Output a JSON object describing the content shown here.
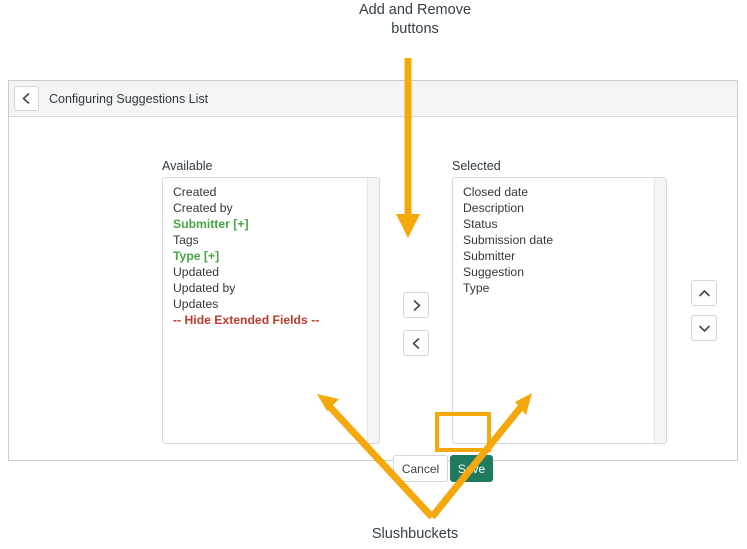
{
  "annotations": {
    "top_callout": "Add and Remove buttons",
    "bottom_callout": "Slushbuckets",
    "arrow_color": "#f5a80b",
    "highlight_color": "#f5a80b",
    "text_color": "#333f48"
  },
  "panel": {
    "title": "Configuring Suggestions List",
    "back_icon": "chevron-left-icon",
    "header_bg": "#f4f4f4",
    "border_color": "#c9ccce"
  },
  "available": {
    "label": "Available",
    "items": [
      {
        "text": "Created",
        "style": "normal"
      },
      {
        "text": "Created by",
        "style": "normal"
      },
      {
        "text": "Submitter [+]",
        "style": "green"
      },
      {
        "text": "Tags",
        "style": "normal"
      },
      {
        "text": "Type [+]",
        "style": "green"
      },
      {
        "text": "Updated",
        "style": "normal"
      },
      {
        "text": "Updated by",
        "style": "normal"
      },
      {
        "text": "Updates",
        "style": "normal"
      },
      {
        "text": "-- Hide Extended Fields --",
        "style": "red"
      }
    ],
    "green_color": "#46a546",
    "red_color": "#bb3b2e"
  },
  "selected": {
    "label": "Selected",
    "items": [
      {
        "text": "Closed date",
        "style": "normal"
      },
      {
        "text": "Description",
        "style": "normal"
      },
      {
        "text": "Status",
        "style": "normal"
      },
      {
        "text": "Submission date",
        "style": "normal"
      },
      {
        "text": "Submitter",
        "style": "normal"
      },
      {
        "text": "Suggestion",
        "style": "normal"
      },
      {
        "text": "Type",
        "style": "normal"
      }
    ]
  },
  "transfer_buttons": {
    "add_icon": "chevron-right-icon",
    "remove_icon": "chevron-left-icon"
  },
  "reorder_buttons": {
    "up_icon": "chevron-up-icon",
    "down_icon": "chevron-down-icon"
  },
  "footer": {
    "cancel_label": "Cancel",
    "save_label": "Save",
    "save_color": "#1f7a64"
  }
}
